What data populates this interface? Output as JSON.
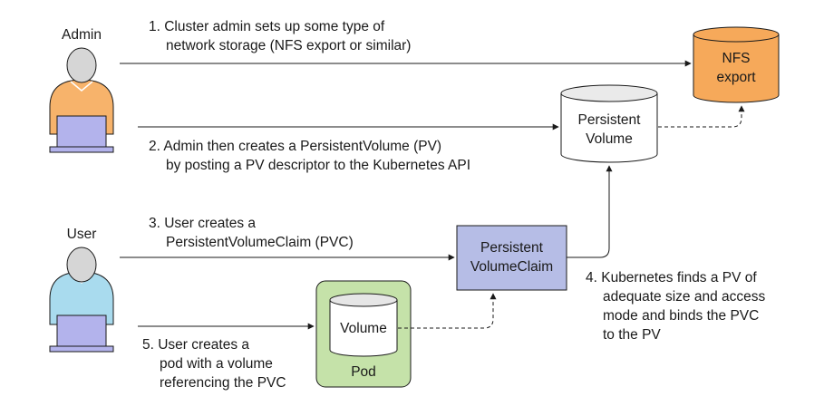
{
  "actors": {
    "admin_label": "Admin",
    "user_label": "User"
  },
  "steps": {
    "step1": [
      "1. Cluster admin sets up some type of",
      "network storage (NFS export or similar)"
    ],
    "step2": [
      "2. Admin then creates a PersistentVolume (PV)",
      "by posting a PV descriptor to the Kubernetes API"
    ],
    "step3": [
      "3. User creates a",
      "PersistentVolumeClaim (PVC)"
    ],
    "step4": [
      "4. Kubernetes finds a PV of",
      "adequate size and access",
      "mode and binds the PVC",
      "to the PV"
    ],
    "step5": [
      "5. User creates a",
      "pod with a volume",
      "referencing the PVC"
    ]
  },
  "nodes": {
    "nfs": [
      "NFS",
      "export"
    ],
    "pv": [
      "Persistent",
      "Volume"
    ],
    "pvc": [
      "Persistent",
      "VolumeClaim"
    ],
    "volume": "Volume",
    "pod": "Pod"
  },
  "colors": {
    "nfs_fill": "#f6a95a",
    "pvc_fill": "#b6bde6",
    "pod_fill": "#c5e2a9",
    "admin_body": "#f7b36b",
    "user_body": "#a9dbee",
    "head": "#d6d6d6",
    "laptop": "#b3b3ec"
  }
}
